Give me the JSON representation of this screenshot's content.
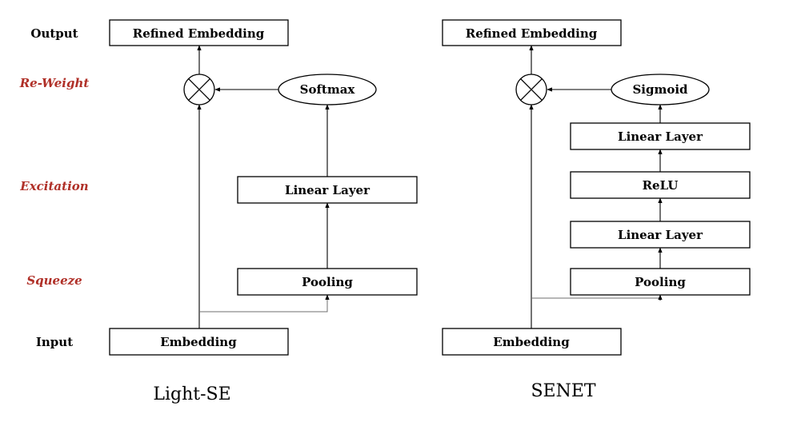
{
  "row_labels": {
    "output": "Output",
    "input": "Input"
  },
  "stage_labels": {
    "reweight": "Re-Weight",
    "excitation": "Excitation",
    "squeeze": "Squeeze"
  },
  "colors": {
    "stage_label": "#b03028",
    "line": "#000000",
    "skip_line": "#6f6f6f"
  },
  "light_se": {
    "caption": "Light-SE",
    "output_box": "Refined Embedding",
    "activation": "Softmax",
    "linear": "Linear Layer",
    "pooling": "Pooling",
    "input_box": "Embedding",
    "multiply_icon": "circle-times-icon"
  },
  "senet": {
    "caption": "SENET",
    "output_box": "Refined Embedding",
    "activation": "Sigmoid",
    "linear_top": "Linear Layer",
    "relu": "ReLU",
    "linear_bottom": "Linear Layer",
    "pooling": "Pooling",
    "input_box": "Embedding",
    "multiply_icon": "circle-times-icon"
  }
}
